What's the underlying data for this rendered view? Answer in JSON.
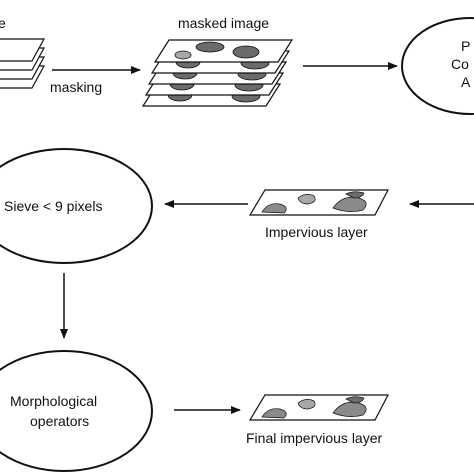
{
  "labels": {
    "image_partial": "e",
    "masked_image": "masked image",
    "masking": "masking",
    "pca_line1": "P",
    "pca_line2": "Co",
    "pca_line3": "A",
    "sieve": "Sieve < 9 pixels",
    "impervious_layer": "Impervious layer",
    "morph_line1": "Morphological",
    "morph_line2": "operators",
    "final_layer": "Final impervious layer"
  },
  "colors": {
    "ink": "#111111",
    "patch_dark": "#6b6b6b",
    "patch_light": "#a8a8a8",
    "background": "#ffffff"
  }
}
